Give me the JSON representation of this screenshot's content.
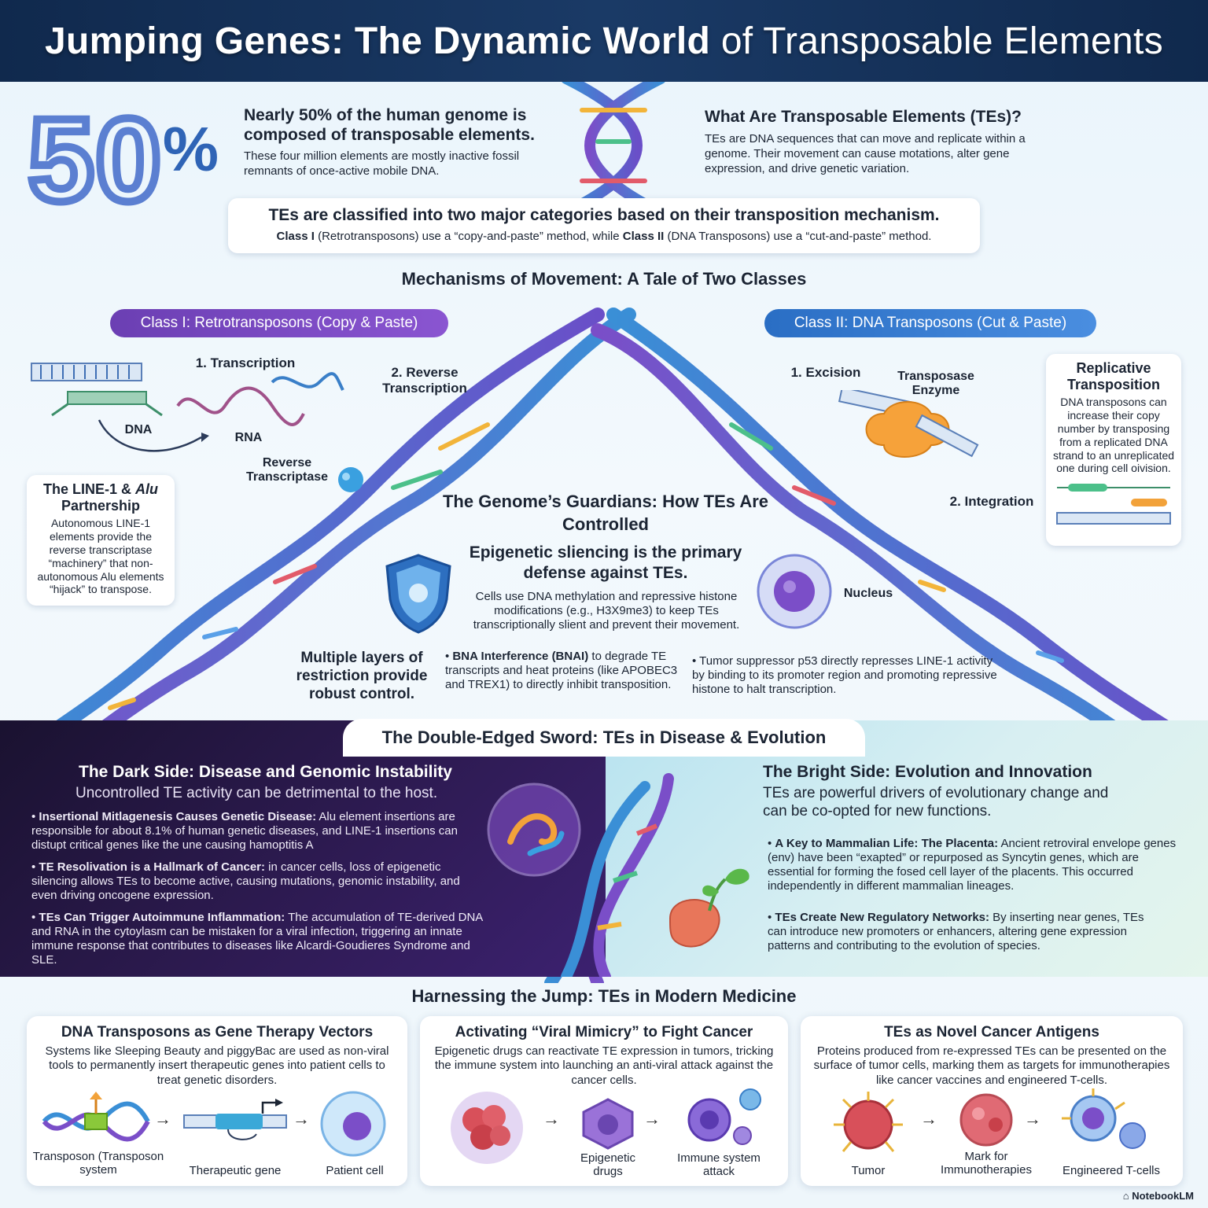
{
  "header": {
    "title_bold": "Jumping Genes: The Dynamic World",
    "title_light": "of Transposable Elements"
  },
  "stat": {
    "big_number": "50",
    "percent_sign": "%",
    "headline": "Nearly 50% of the human genome is composed of transposable elements.",
    "subtext": "These four million elements are mostly inactive fossil remnants of once-active mobile DNA."
  },
  "what": {
    "headline": "What Are Transposable Elements (TEs)?",
    "subtext": "TEs are DNA sequences that can move and replicate within a genome. Their movement can cause motations, alter gene expression, and drive genetic variation."
  },
  "classification": {
    "headline": "TEs are classified into two major categories based on their transposition mechanism.",
    "class1_bold": "Class I",
    "class1_text": " (Retrotransposons) use a “copy-and-paste” method, while ",
    "class2_bold": "Class II",
    "class2_text": " (DNA Transposons) use a “cut-and-paste” method."
  },
  "mechanisms": {
    "title": "Mechanisms of Movement: A Tale of Two Classes",
    "class1_pill": "Class I: Retrotransposons (Copy & Paste)",
    "class2_pill": "Class II: DNA Transposons (Cut & Paste)",
    "step_transcription": "1. Transcription",
    "label_dna": "DNA",
    "label_rna": "RNA",
    "step_reverse": "2. Reverse Transcription",
    "label_rt": "Reverse Transcriptase",
    "step_excision": "1. Excision",
    "label_transposase": "Transposase Enzyme",
    "step_integration": "2. Integration",
    "line1_callout_h_pre": "The LINE-1 & ",
    "line1_callout_h_italic": "Alu",
    "line1_callout_h_post": "Partnership",
    "line1_callout_s": "Autonomous LINE-1 elements provide the reverse transcriptase “machinery” that non-autonomous Alu elements “hijack” to transpose.",
    "replicative_h": "Replicative Transposition",
    "replicative_s": "DNA transposons can increase their copy number by transposing from a replicated DNA strand to an unreplicated one during cell oivision."
  },
  "guardians": {
    "title": "The Genome’s Guardians: How TEs Are Controlled",
    "sub_h": "Epigenetic sliencing is the primary defense against TEs.",
    "sub_s": "Cells use DNA methylation and repressive histone modifications (e.g., H3X9me3) to keep TEs transcriptionally slient and prevent their movement.",
    "nucleus_label": "Nucleus",
    "layers_h": "Multiple layers of restriction provide robust control.",
    "bullet1_bold": "BNA Interference (BNAI)",
    "bullet1_text": " to degrade TE transcripts and heat proteins (like APOBEC3 and TREX1) to directly inhibit transposition.",
    "bullet2_text": "Tumor suppressor p53 directly represses LINE-1 activity by binding to its promoter region and promoting repressive histone to halt transcription."
  },
  "sword": {
    "title": "The Double-Edged Sword: TEs in Disease & Evolution",
    "dark_h": "The Dark Side: Disease and Genomic Instability",
    "dark_sub": "Uncontrolled TE activity can be detrimental to the host.",
    "dark_b1_bold": "Insertional Mitlagenesis Causes Genetic Disease:",
    "dark_b1_text": " Alu element insertions are responsible for about 8.1% of human genetic diseases, and LINE-1 insertions can distupt critical genes like the une causing hamoptitis A",
    "dark_b2_bold": "TE Resolivation is a Hallmark of Cancer:",
    "dark_b2_text": " in cancer cells, loss of epigenetic silencing allows TEs to become active, causing mutations, genomic instability, and even driving oncogene expression.",
    "dark_b3_bold": "TEs Can Trigger Autoimmune Inflammation:",
    "dark_b3_text": " The accumulation of TE-derived DNA and RNA in the cytoylasm can be mistaken for a viral infection, triggering an innate immune response that contributes to diseases like Alcardi-Goudieres Syndrome and SLE.",
    "bright_h": "The Bright Side: Evolution and Innovation",
    "bright_sub": "TEs are powerful drivers of evolutionary change and can be co-opted for new functions.",
    "bright_b1_bold": "A Key to Mammalian Life: The Placenta:",
    "bright_b1_text": " Ancient retroviral envelope genes (env) have been “exapted” or repurposed as Syncytin genes, which are essential for forming the fosed cell layer of the placents. This occurred independently in different mammalian lineages.",
    "bright_b2_bold": "TEs Create New Regulatory Networks:",
    "bright_b2_text": " By inserting near genes, TEs can introduce new promoters or enhancers, altering gene expression patterns and contributing to the evolution of species."
  },
  "medicine": {
    "title": "Harnessing the Jump: TEs in Modern Medicine",
    "card1_h": "DNA Transposons as Gene Therapy Vectors",
    "card1_s": "Systems like Sleeping Beauty and piggyBac are used as non-viral tools to permanently insert therapeutic genes into patient cells to treat genetic disorders.",
    "card1_cap1": "Transposon (Transposon system",
    "card1_cap2": "Therapeutic gene",
    "card1_cap3": "Patient cell",
    "card2_h": "Activating “Viral Mimicry” to Fight Cancer",
    "card2_s": "Epigenetic drugs can reactivate TE expression in tumors, tricking the immune system into launching an anti-viral attack against the cancer cells.",
    "card2_cap1": "Epigenetic drugs",
    "card2_cap2": "Immune system attack",
    "card3_h": "TEs as Novel Cancer Antigens",
    "card3_s": "Proteins produced from re-expressed TEs can be presented on the surface of tumor cells, marking them as targets for immunotherapies like cancer vaccines and engineered T-cells.",
    "card3_cap1": "Tumor",
    "card3_cap2": "Mark for Immunotherapies",
    "card3_cap3": "Engineered T-cells",
    "arrow": "→"
  },
  "brand": "NotebookLM",
  "colors": {
    "header_bg": "#10294d",
    "purple_accent": "#6b3fb3",
    "blue_accent": "#2a6ec4",
    "dark_panel": "#2c1a4f",
    "bright_panel": "#b8e3f0"
  }
}
